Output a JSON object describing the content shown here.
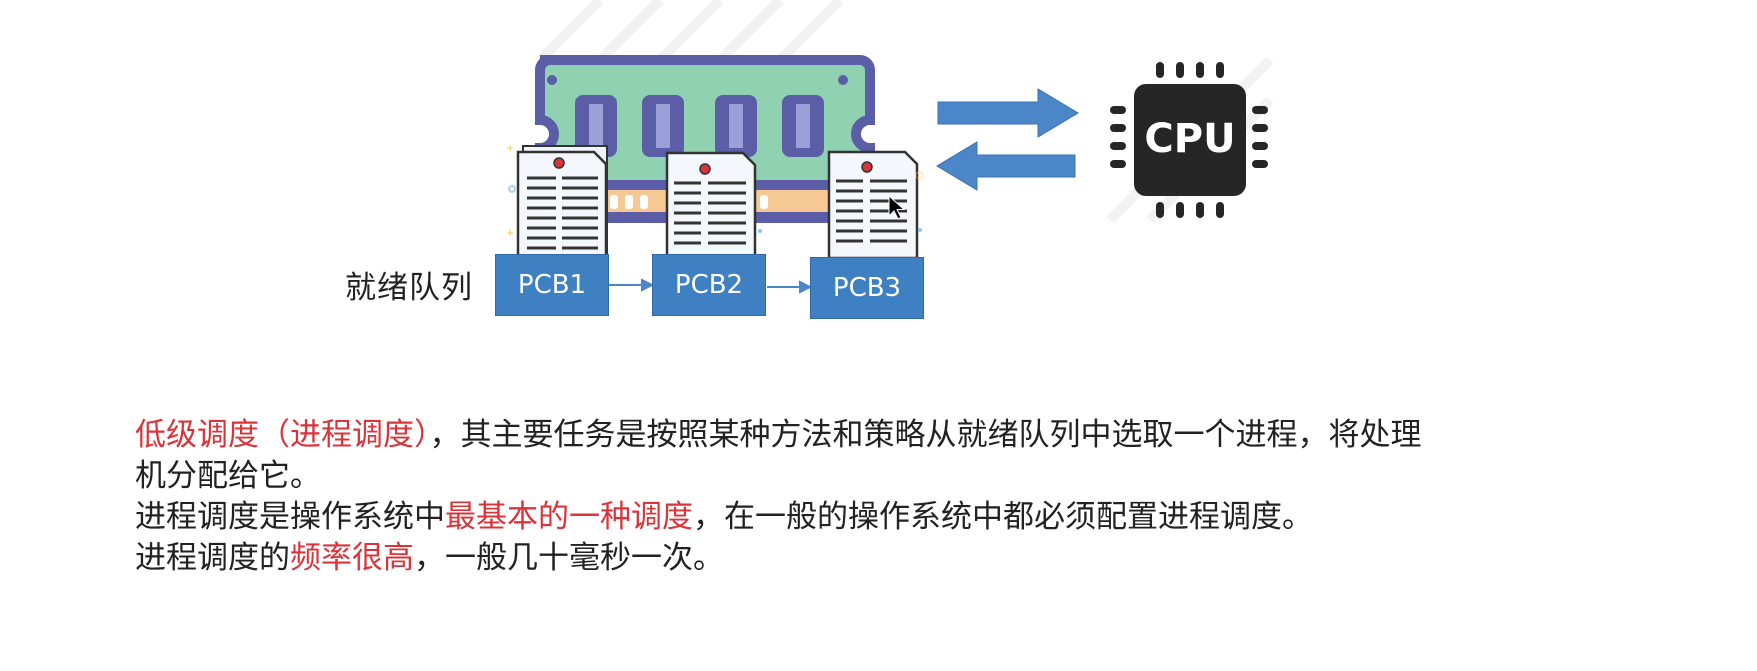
{
  "diagram": {
    "memory_icon": "ram-module-icon",
    "cpu_icon": "cpu-chip-icon",
    "cpu_label": "CPU",
    "arrow_to_cpu": "arrow-right-icon",
    "arrow_from_cpu": "arrow-left-icon",
    "queue_label": "就绪队列",
    "pcbs": [
      {
        "label": "PCB1"
      },
      {
        "label": "PCB2"
      },
      {
        "label": "PCB3"
      }
    ],
    "colors": {
      "pcb_fill": "#3f80c2",
      "arrow_fill": "#4a86c8",
      "ram_board": "#8fd1b0",
      "ram_outline": "#5b5ea6",
      "cpu_body": "#262626",
      "highlight_red": "#d9343a"
    }
  },
  "text": {
    "line1": {
      "red": "低级调度（进程调度）",
      "normal": "，其主要任务是按照某种方法和策略从就绪队列中选取一个进程，将处理"
    },
    "line2": "机分配给它。",
    "line3": {
      "before": "进程调度是操作系统中",
      "red": "最基本的一种调度",
      "after": "，在一般的操作系统中都必须配置进程调度。"
    },
    "line4": {
      "before": "进程调度的",
      "red": "频率很高",
      "after": "，一般几十毫秒一次。"
    }
  }
}
